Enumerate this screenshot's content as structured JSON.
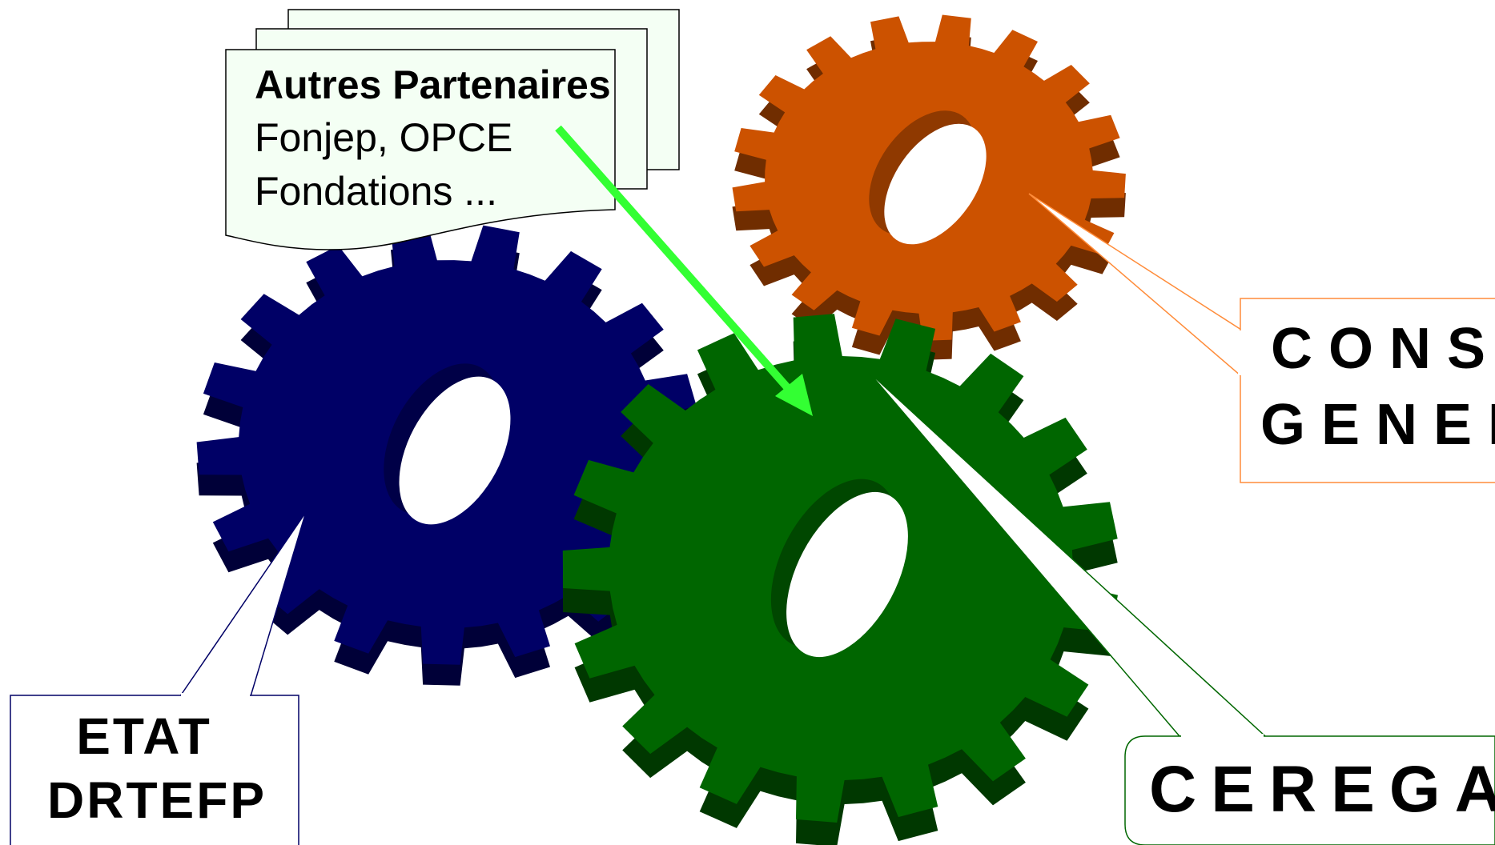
{
  "partners_box": {
    "title": "Autres Partenaires",
    "line1": "Fonjep, OPCE",
    "line2": "Fondations ..."
  },
  "labels": {
    "etat_line1": "ETAT",
    "etat_line2": "DRTEFP",
    "conseil_line1": "CONSEI",
    "conseil_line2": "GENERA",
    "ceregal": "CEREGAI"
  },
  "colors": {
    "blue_gear": "#000066",
    "orange_gear": "#cc5200",
    "green_gear": "#006600",
    "arrow": "#33ff33",
    "partners_fill": "#f4fff4",
    "etat_border": "#000066",
    "conseil_border": "#ff8c3a",
    "ceregal_border": "#006600"
  }
}
